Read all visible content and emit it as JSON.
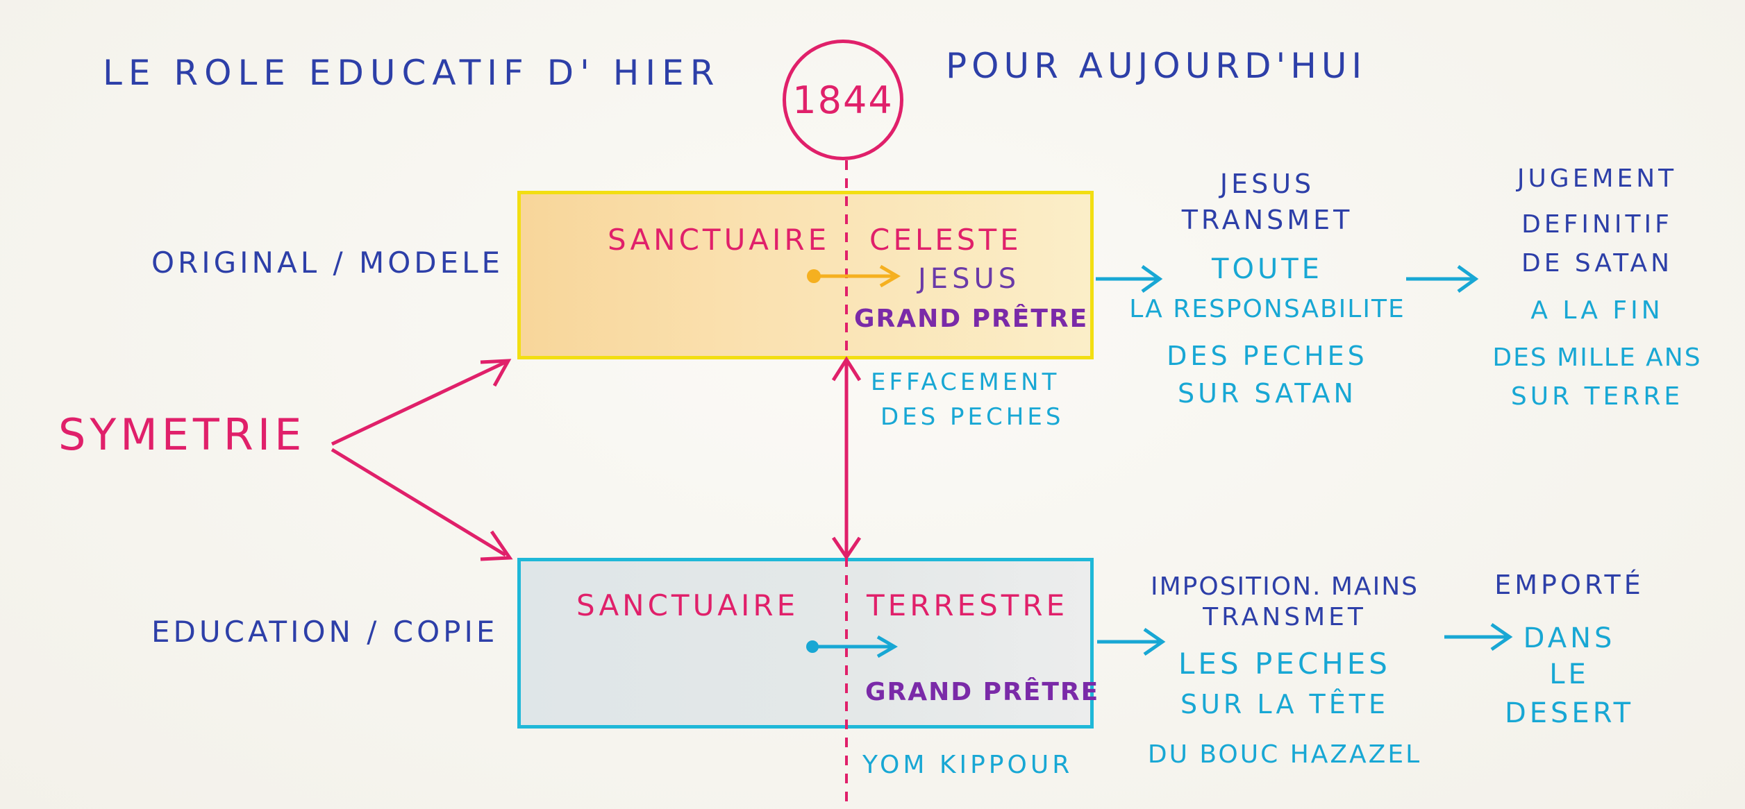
{
  "header": {
    "left_title": "LE ROLE EDUCATIF D' HIER",
    "right_title": "POUR AUJOURD'HUI",
    "year": "1844"
  },
  "labels": {
    "original": "ORIGINAL / MODELE",
    "symetrie": "SYMETRIE",
    "education": "EDUCATION / COPIE"
  },
  "celeste": {
    "title_left": "SANCTUAIRE",
    "title_right": "CELESTE",
    "jesus": "JESUS",
    "grand_pretre": "GRAND PRÊTRE",
    "below": [
      "EFFACEMENT",
      "DES PECHES"
    ],
    "step1": [
      "JESUS",
      "TRANSMET",
      "TOUTE",
      "LA RESPONSABILITE",
      "DES PECHES",
      "SUR SATAN"
    ],
    "step2": [
      "JUGEMENT",
      "DEFINITIF",
      "DE SATAN",
      "A LA FIN",
      "DES MILLE ANS",
      "SUR TERRE"
    ]
  },
  "terrestre": {
    "title_left": "SANCTUAIRE",
    "title_right": "TERRESTRE",
    "grand_pretre": "GRAND PRÊTRE",
    "below": "YOM KIPPOUR",
    "step1": [
      "IMPOSITION. MAINS",
      "TRANSMET",
      "LES PECHES",
      "SUR LA TÊTE",
      "DU BOUC HAZAZEL"
    ],
    "step2": [
      "EMPORTÉ",
      "DANS",
      "LE",
      "DESERT"
    ]
  },
  "colors": {
    "blue": "#2d3fa8",
    "pink": "#e0206a",
    "purple": "#7a2aa8",
    "cyan": "#18a7d4",
    "yellow": "#f2de12",
    "orange": "#f5b020"
  }
}
